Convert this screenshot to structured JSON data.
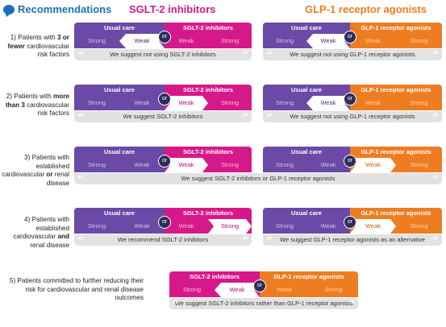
{
  "headers": {
    "recommendations": "Recommendations",
    "sglt": "SGLT-2 inhibitors",
    "glp": "GLP-1 receptor agonists"
  },
  "labels": {
    "usual_care": "Usual care",
    "sglt": "SGLT-2 inhibitors",
    "glp": "GLP-1 receptor agonists",
    "strong": "Strong",
    "weak": "Weak",
    "or": "or"
  },
  "rows": [
    {
      "label_parts": [
        "1) Patients with ",
        "3 or fewer",
        " cardiovascular risk factors"
      ],
      "sglt_panel": {
        "selected": "usual-weak",
        "suggestion": "We suggest not using SGLT-2 inhibitors"
      },
      "glp_panel": {
        "selected": "usual-weak",
        "suggestion": "We suggest not using GLP-1 receptor agonists"
      }
    },
    {
      "label_parts": [
        "2) Patients with ",
        "more than 3",
        " cardiovascular risk factors"
      ],
      "sglt_panel": {
        "selected": "drug-weak",
        "suggestion": "We suggest SGLT-2 inhibitors"
      },
      "glp_panel": {
        "selected": "usual-weak",
        "suggestion": "We suggest not using GLP-1 receptor agonists"
      }
    },
    {
      "label_parts": [
        "3) Patients with established cardiovascular ",
        "or",
        " renal disease"
      ],
      "merged_suggestion": "We suggest SGLT-2 inhibitors or GLP-1 receptor agonists",
      "sglt_panel": {
        "selected": "drug-weak"
      },
      "glp_panel": {
        "selected": "drug-weak"
      }
    },
    {
      "label_parts": [
        "4) Patients with established cardiovascular ",
        "and",
        " renal disease"
      ],
      "sglt_panel": {
        "selected": "drug-strong",
        "suggestion": "We recommend SGLT-2 inhibitors"
      },
      "glp_panel": {
        "selected": "drug-weak",
        "suggestion": "We suggest GLP-1 receptor agonists as an alternative"
      }
    },
    {
      "label_parts": [
        "5) Patients committed to further reducing their risk for cardiovascular and renal disease outcomes",
        "",
        ""
      ],
      "suggestion": "We suggest SGLT-2 inhibitors rather than GLP-1 receptor agonists",
      "selected": "sglt-weak"
    }
  ],
  "colors": {
    "usual_care": "#6a4aa6",
    "sglt": "#d6198a",
    "glp": "#ee7d22",
    "heading_blue": "#1e6fb8",
    "suggestion_bg": "#e2e2e2"
  },
  "icons": {
    "recommendations": "speech-bubble-icon",
    "quote": "quote-mark-icon"
  }
}
